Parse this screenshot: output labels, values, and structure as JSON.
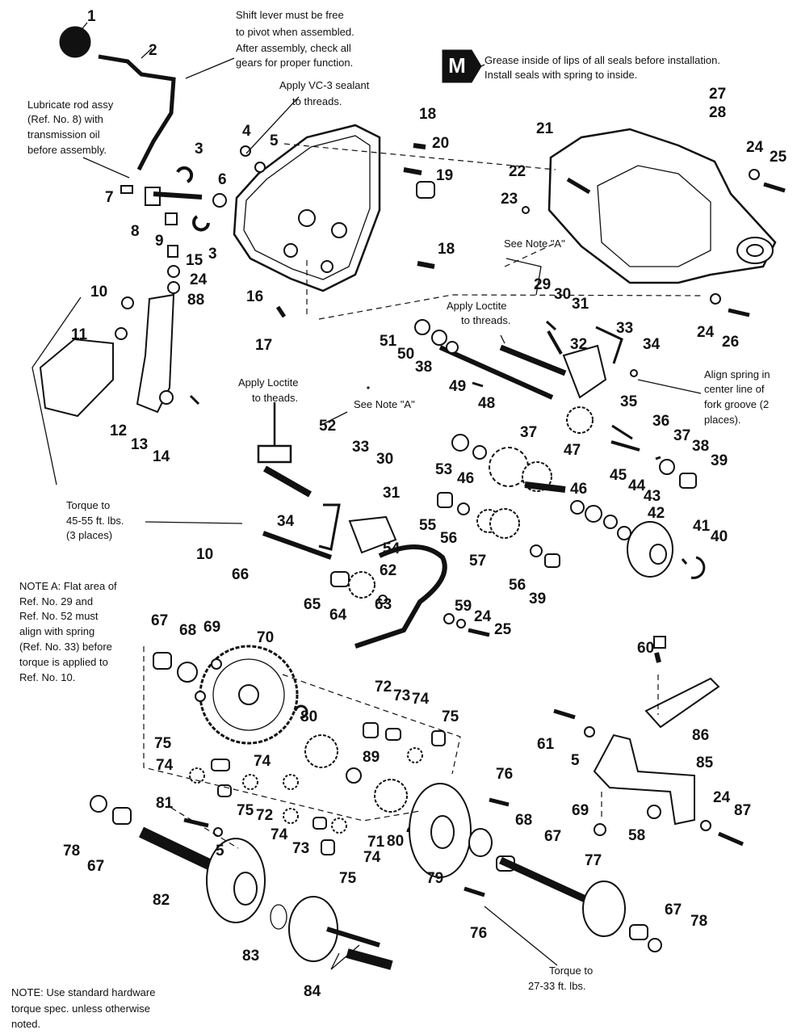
{
  "notes": {
    "shift_lever": [
      "Shift lever must be free",
      "to pivot when assembled.",
      "After assembly, check all",
      "gears for proper function."
    ],
    "grease": [
      "Grease inside of lips of all seals before installation.",
      "Install seals with spring to inside."
    ],
    "grease_icon": "M",
    "vc3": [
      "Apply VC-3 sealant",
      "to threads."
    ],
    "lubricate": [
      "Lubricate rod assy",
      "(Ref. No. 8) with",
      "transmission oil",
      "before assembly."
    ],
    "see_note_a_1": "See Note \"A\"",
    "loctite_1": [
      "Apply Loctite",
      "to threads."
    ],
    "align_spring": [
      "Align spring in",
      "center line of",
      "fork groove (2",
      "places)."
    ],
    "loctite_2": [
      "Apply Loctite",
      "to theads."
    ],
    "see_note_a_2": "See Note \"A\"",
    "torque_45": [
      "Torque to",
      "45-55 ft. lbs.",
      "(3 places)"
    ],
    "note_a": [
      "NOTE A: Flat area of",
      "Ref. No. 29 and",
      "Ref. No. 52 must",
      "align with spring",
      "(Ref. No. 33) before",
      "torque is applied to",
      "Ref. No. 10."
    ],
    "torque_27": [
      "Torque to",
      "27-33 ft. lbs."
    ],
    "standard_hw": [
      "NOTE: Use standard hardware",
      "torque spec. unless otherwise",
      "noted."
    ]
  },
  "callouts": [
    "1",
    "2",
    "3",
    "4",
    "5",
    "3",
    "6",
    "7",
    "8",
    "9",
    "15",
    "24",
    "88",
    "10",
    "11",
    "12",
    "13",
    "14",
    "16",
    "17",
    "18",
    "20",
    "19",
    "18",
    "21",
    "22",
    "23",
    "27",
    "28",
    "24",
    "25",
    "24",
    "26",
    "29",
    "30",
    "31",
    "32",
    "33",
    "34",
    "51",
    "50",
    "38",
    "49",
    "48",
    "35",
    "37",
    "36",
    "37",
    "38",
    "39",
    "52",
    "33",
    "30",
    "31",
    "53",
    "46",
    "47",
    "46",
    "45",
    "44",
    "43",
    "42",
    "41",
    "40",
    "10",
    "34",
    "66",
    "54",
    "55",
    "56",
    "57",
    "56",
    "39",
    "62",
    "65",
    "64",
    "63",
    "59",
    "24",
    "25",
    "60",
    "67",
    "68",
    "69",
    "70",
    "72",
    "73",
    "74",
    "75",
    "80",
    "89",
    "75",
    "74",
    "74",
    "75",
    "72",
    "74",
    "73",
    "74",
    "75",
    "71",
    "80",
    "76",
    "81",
    "5",
    "78",
    "67",
    "82",
    "83",
    "84",
    "79",
    "68",
    "67",
    "76",
    "77",
    "67",
    "78",
    "61",
    "5",
    "86",
    "85",
    "69",
    "58",
    "24",
    "87"
  ]
}
